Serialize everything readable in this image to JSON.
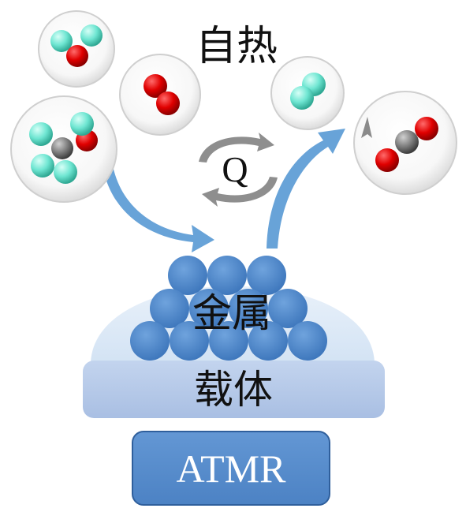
{
  "labels": {
    "autothermal": "自热",
    "heat": "Q",
    "metal": "金属",
    "support": "载体",
    "reactor": "ATMR"
  },
  "colors": {
    "metal_blue": "#4d86c9",
    "support_blue": "#b8cbe8",
    "dome_blue": "#dde9f6",
    "reactor_box": "#5a8fcf",
    "arrow_blue": "#5b9bd5",
    "oxygen_red": "#e00000",
    "hydrogen_cyan": "#6fe6d2",
    "carbon_gray": "#7d7d7d",
    "bubble_edge": "#cfcfcf"
  },
  "molecules": {
    "reactants": [
      "water-molecule-bubble",
      "oxygen-molecule-bubble",
      "methane-molecule-bubble"
    ],
    "products": [
      "hydrogen-molecule-bubble",
      "carbon-dioxide-molecule-bubble"
    ]
  }
}
